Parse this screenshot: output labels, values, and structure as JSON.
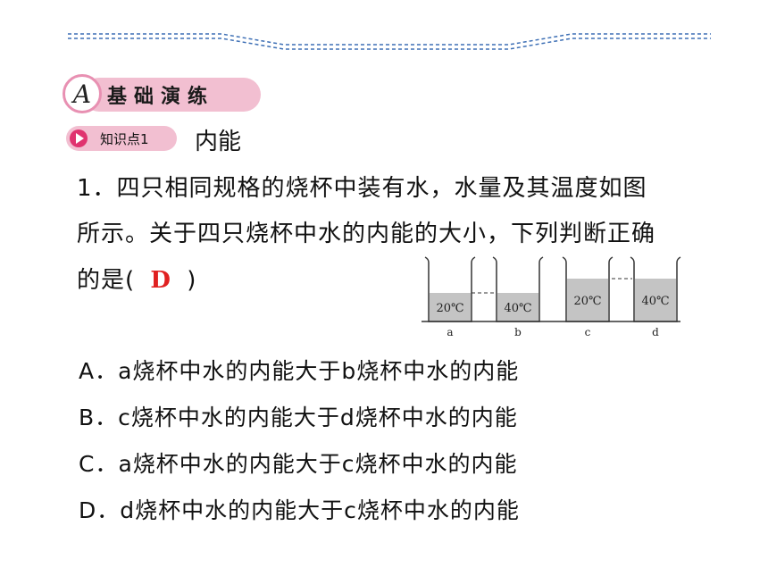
{
  "section": {
    "badge_letter": "A",
    "title": "基础演练"
  },
  "knowledge_point": {
    "tag_label": "知识点1",
    "title": "内能"
  },
  "question": {
    "line1": "1．四只相同规格的烧杯中装有水，水量及其温度如图",
    "line2": "所示。关于四只烧杯中水的内能的大小，下列判断正确",
    "line3_prefix": "的是(",
    "answer": "D",
    "line3_suffix": ")"
  },
  "figure": {
    "beakers": [
      {
        "label": "a",
        "temperature": "20℃",
        "water_level": "low"
      },
      {
        "label": "b",
        "temperature": "40℃",
        "water_level": "low"
      },
      {
        "label": "c",
        "temperature": "20℃",
        "water_level": "high"
      },
      {
        "label": "d",
        "temperature": "40℃",
        "water_level": "high"
      }
    ]
  },
  "options": [
    "A．a烧杯中水的内能大于b烧杯中水的内能",
    "B．c烧杯中水的内能大于d烧杯中水的内能",
    "C．a烧杯中水的内能大于c烧杯中水的内能",
    "D．d烧杯中水的内能大于c烧杯中水的内能"
  ],
  "colors": {
    "accent_pink": "#f2bfd1",
    "rule_blue": "#3d6fb5",
    "answer_red": "#e02020",
    "water_gray": "#c4c4c4"
  }
}
